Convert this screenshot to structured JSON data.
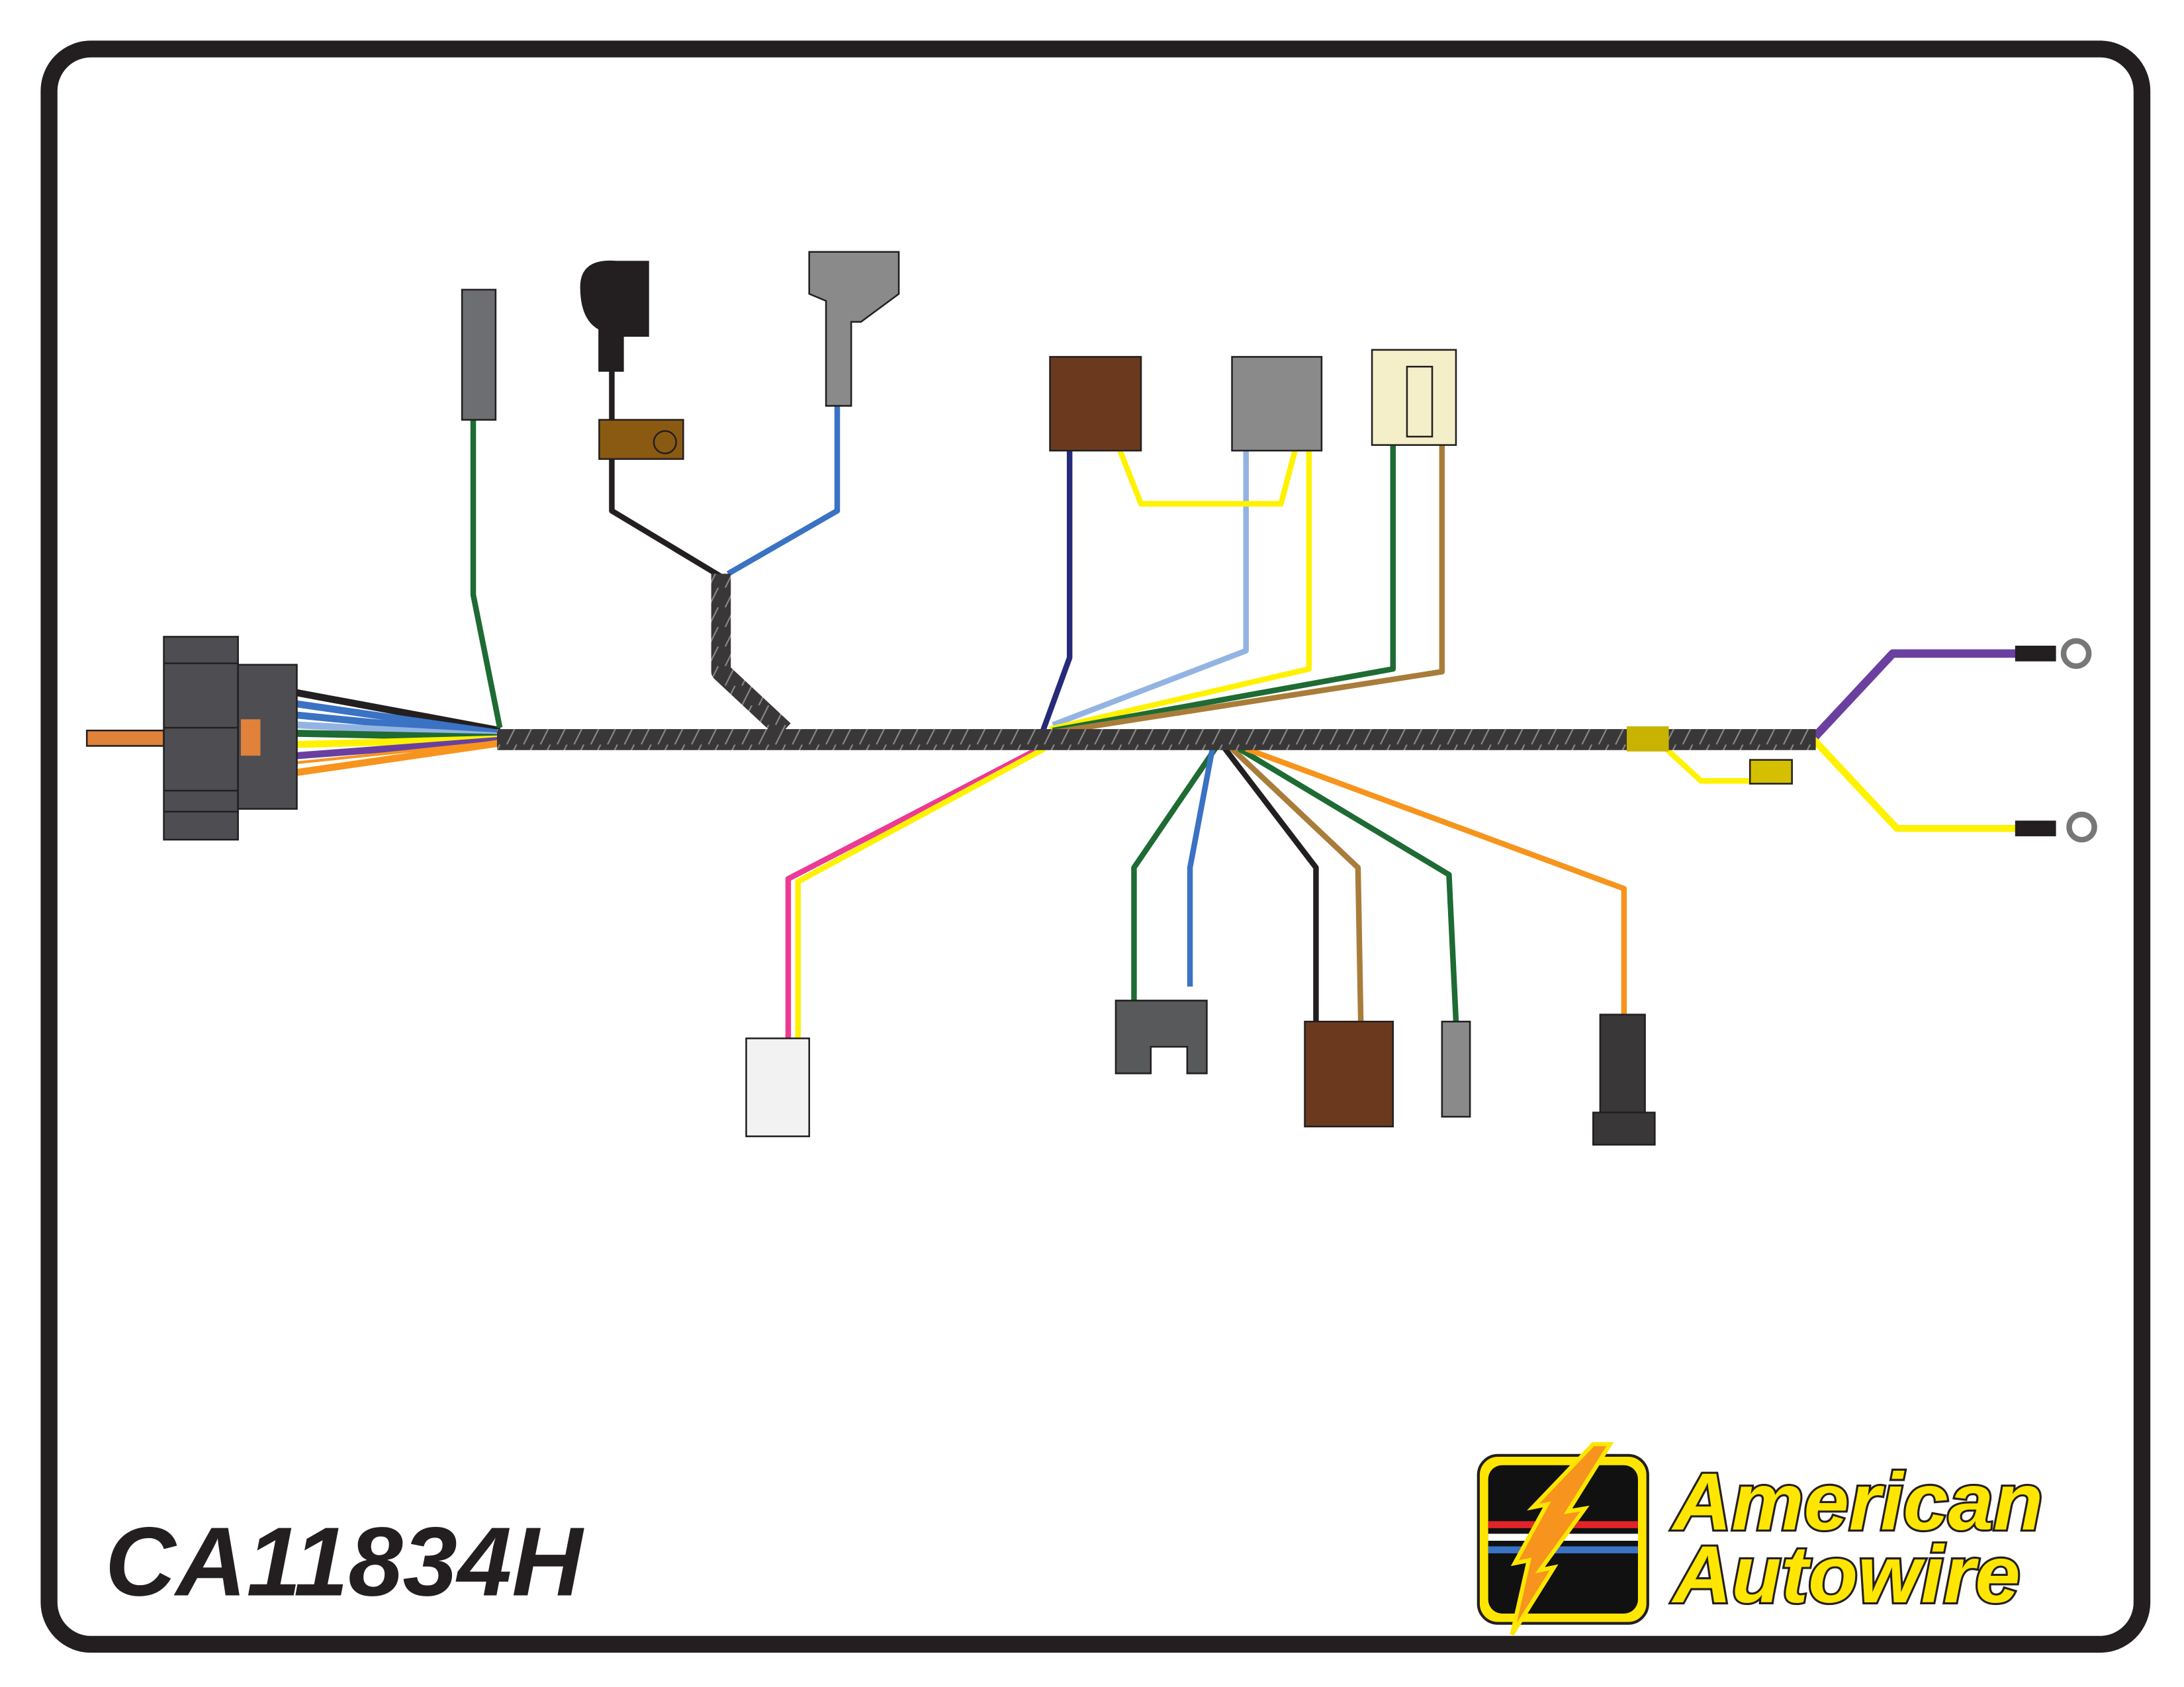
{
  "part_number": "CA11834H",
  "logo": {
    "line1": "American",
    "line2": "Autowire"
  },
  "colors": {
    "trunk": "#3a3738",
    "connector_dark": "#4d4d52",
    "green": "#1e6b34",
    "blue": "#3a72c4",
    "light_blue": "#93b4e3",
    "yellow": "#fff200",
    "purple": "#6b3fa0",
    "orange": "#f7941d",
    "tan": "#a97c3a",
    "navy": "#262a7a",
    "pink": "#ec3a95",
    "brown": "#6b3a1e",
    "logo_yellow": "#ffe600"
  }
}
